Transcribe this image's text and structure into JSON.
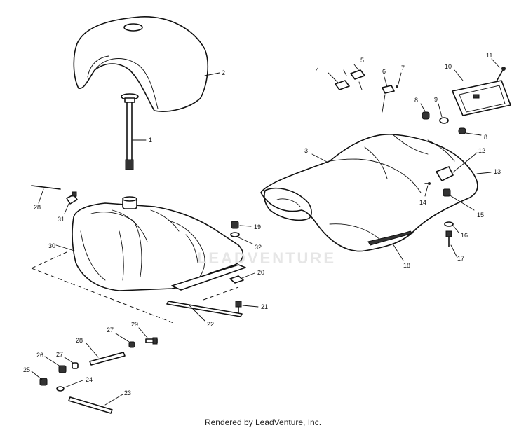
{
  "parts": [
    {
      "ref": "1"
    },
    {
      "ref": "2"
    },
    {
      "ref": "3"
    },
    {
      "ref": "4"
    },
    {
      "ref": "5"
    },
    {
      "ref": "6"
    },
    {
      "ref": "7"
    },
    {
      "ref": "8"
    },
    {
      "ref": "8"
    },
    {
      "ref": "9"
    },
    {
      "ref": "10"
    },
    {
      "ref": "11"
    },
    {
      "ref": "12"
    },
    {
      "ref": "13"
    },
    {
      "ref": "14"
    },
    {
      "ref": "15"
    },
    {
      "ref": "16"
    },
    {
      "ref": "17"
    },
    {
      "ref": "18"
    },
    {
      "ref": "19"
    },
    {
      "ref": "20"
    },
    {
      "ref": "21"
    },
    {
      "ref": "22"
    },
    {
      "ref": "23"
    },
    {
      "ref": "24"
    },
    {
      "ref": "25"
    },
    {
      "ref": "26"
    },
    {
      "ref": "27"
    },
    {
      "ref": "27"
    },
    {
      "ref": "28"
    },
    {
      "ref": "28"
    },
    {
      "ref": "29"
    },
    {
      "ref": "30"
    },
    {
      "ref": "31"
    },
    {
      "ref": "32"
    }
  ],
  "watermark": "LEADVENTURE",
  "footer": "Rendered by LeadVenture, Inc."
}
